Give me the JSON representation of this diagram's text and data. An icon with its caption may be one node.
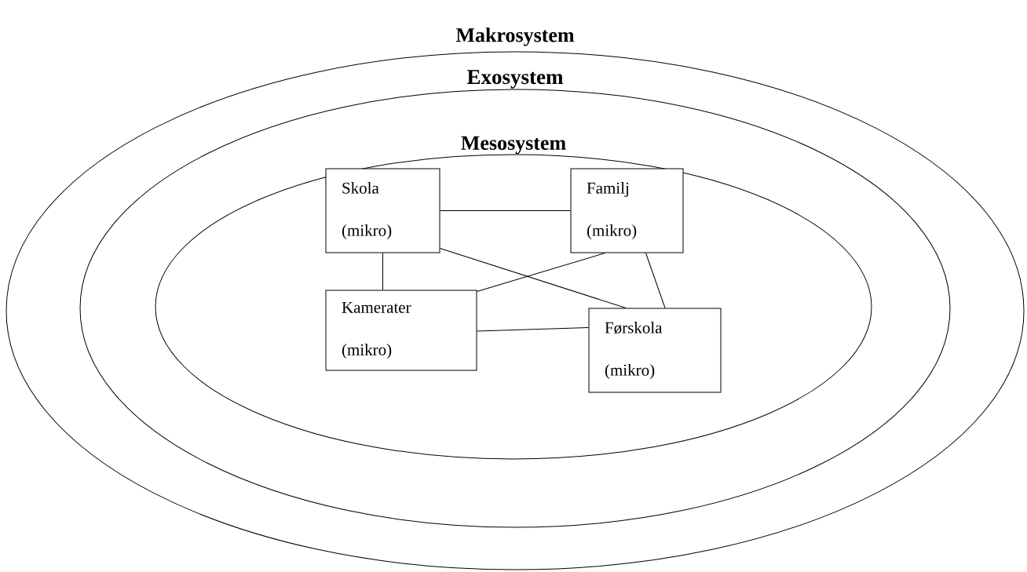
{
  "diagram": {
    "nodes": [
      {
        "text": [
          "Makrosystem"
        ]
      },
      {
        "text": [
          "Exosystem"
        ],
        "in": 0
      },
      {
        "text": [
          "Mesosystem"
        ],
        "in": 1
      },
      {
        "text": [
          "Skola (mikro)"
        ],
        "in": 2
      },
      {
        "text": [
          "Familj (mikro)"
        ],
        "in": 2
      },
      {
        "text": [
          "Kamerater (mikro)"
        ],
        "in": 2
      },
      {
        "text": [
          "Førskola (mikro)"
        ],
        "in": 2
      }
    ],
    "edges": [
      {
        "from": 3,
        "to": 4,
        "arrow": "none"
      },
      {
        "from": 3,
        "to": 5,
        "arrow": "none"
      },
      {
        "from": 3,
        "to": 6,
        "arrow": "none"
      },
      {
        "from": 4,
        "to": 5,
        "arrow": "none"
      },
      {
        "from": 4,
        "to": 6,
        "arrow": "none"
      },
      {
        "from": 5,
        "to": 6,
        "arrow": "none"
      }
    ]
  }
}
